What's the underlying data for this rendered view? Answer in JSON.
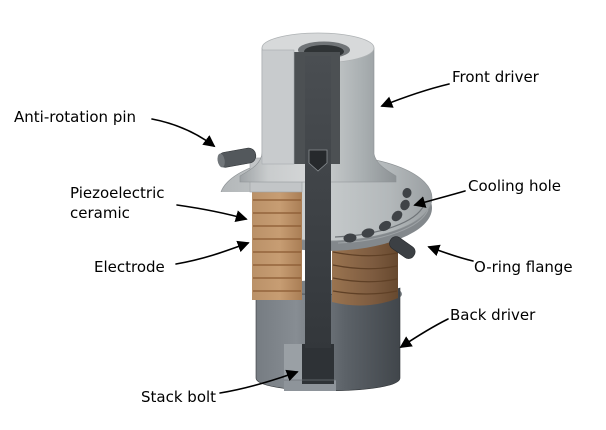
{
  "labels": {
    "anti_rotation_pin": "Anti-rotation pin",
    "front_driver": "Front driver",
    "piezoelectric_line1": "Piezoelectric",
    "piezoelectric_line2": "ceramic",
    "electrode": "Electrode",
    "cooling_hole": "Cooling hole",
    "o_ring_flange": "O-ring flange",
    "back_driver": "Back driver",
    "stack_bolt": "Stack bolt"
  },
  "colors": {
    "background": "#ffffff",
    "front_driver_metal": "#c6c9cb",
    "flange_metal": "#bfc3c5",
    "piezo_ceramic": "#b08a5e",
    "electrode_line": "#8a5a32",
    "back_driver_metal": "#5d6369",
    "stack_bolt": "#3a3e42",
    "annotation": "#000000"
  }
}
